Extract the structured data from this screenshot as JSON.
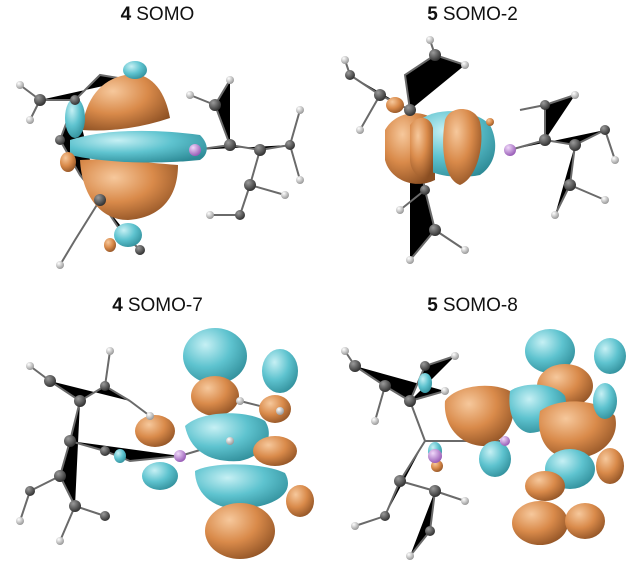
{
  "panels": [
    {
      "number": "4",
      "orbital": "SOMO"
    },
    {
      "number": "5",
      "orbital": "SOMO-2"
    },
    {
      "number": "4",
      "orbital": "SOMO-7"
    },
    {
      "number": "5",
      "orbital": "SOMO-8"
    }
  ],
  "colors": {
    "lobe_positive": "#d98a4a",
    "lobe_negative": "#5ec3cf",
    "bond": "#6a6a6a",
    "carbon_atom": "#5a5a5a",
    "hydrogen_atom": "#d8d8d8",
    "heteroatom": "#c59ad9"
  }
}
